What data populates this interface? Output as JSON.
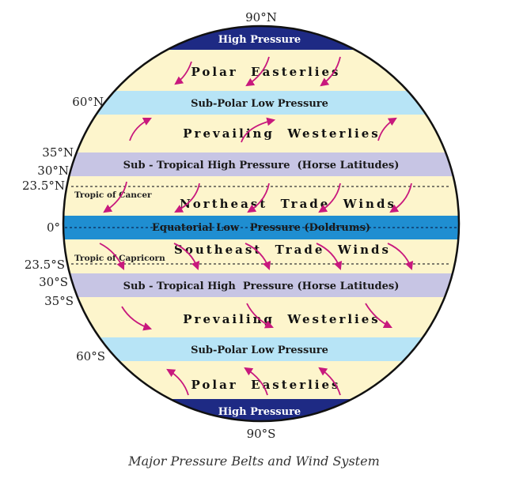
{
  "latitudes": {
    "n90": "90°N",
    "n60": "60°N",
    "n35": "35°N",
    "n30": "30°N",
    "n23": "23.5°N",
    "eq": "0°",
    "s23": "23.5°S",
    "s30": "30°S",
    "s35": "35°S",
    "s60": "60°S",
    "s90": "90°S"
  },
  "bands": {
    "north_high": "High Pressure",
    "north_subpolar": "Sub-Polar Low Pressure",
    "north_subtropical": "Sub - Tropical High Pressure  (Horse Latitudes)",
    "equatorial": "Equatorial Low   Pressure (Doldrums)",
    "south_subtropical": "Sub - Tropical High  Pressure (Horse Latitudes)",
    "south_subpolar": "Sub-Polar Low Pressure",
    "south_high": "High Pressure"
  },
  "winds": {
    "north_polar": "Polar  Easterlies",
    "north_westerlies": "Prevailing  Westerlies",
    "northeast_trade": "Northeast  Trade  Winds",
    "southeast_trade": "Southeast  Trade  Winds",
    "south_westerlies": "Prevailing  Westerlies",
    "south_polar": "Polar  Easterlies"
  },
  "tropics": {
    "cancer": "Tropic of Cancer",
    "capricorn": "Tropic of Capricorn"
  },
  "caption": "Major Pressure Belts and Wind System",
  "colors": {
    "zone_fill": "#fdf5cc",
    "pole_band": "#1e2a84",
    "subpolar_band": "#b7e4f6",
    "subtropical_band": "#c7c5e4",
    "equatorial_band": "#1f8ed1",
    "arrow": "#c8187d"
  }
}
